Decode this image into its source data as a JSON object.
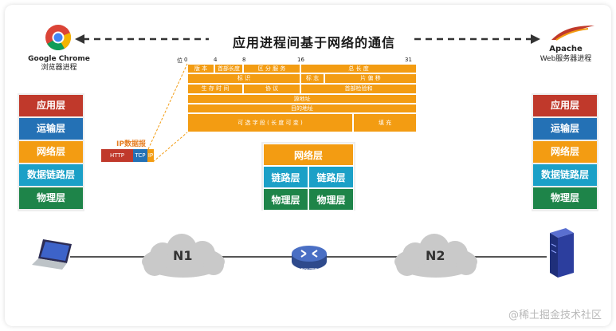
{
  "title": "应用进程间基于网络的通信",
  "left_app": {
    "name": "Google Chrome",
    "subtitle": "浏览器进程"
  },
  "right_app": {
    "name": "Apache",
    "subtitle": "Web服务器进程"
  },
  "stack_layers": [
    "应用层",
    "运输层",
    "网络层",
    "数据链路层",
    "物理层"
  ],
  "layer_colors": [
    "#c0392b",
    "#2471b5",
    "#f39c12",
    "#1ba0c7",
    "#1e8449"
  ],
  "ip_header": {
    "bit_label": "位",
    "ticks": [
      "0",
      "4",
      "8",
      "16",
      "31"
    ],
    "row1": [
      "版 本",
      "首部长度",
      "区 分 服 务",
      "总 长 度"
    ],
    "row2": [
      "标 识",
      "标 志",
      "片 偏 移"
    ],
    "row3": [
      "生 存 时 间",
      "协 议",
      "首部检验和"
    ],
    "row4": "源地址",
    "row5": "目的地址",
    "row6": [
      "可 选 字 段 ( 长 度 可 变 )",
      "填 充"
    ]
  },
  "ip_datagram": {
    "label": "IP数据报",
    "parts": [
      "HTTP",
      "TCP",
      "IP"
    ]
  },
  "router_stack": {
    "network": "网络层",
    "link": [
      "链路层",
      "链路层"
    ],
    "physical": [
      "物理层",
      "物理层"
    ]
  },
  "clouds": [
    "N1",
    "N2"
  ],
  "router_label": "ROUTER",
  "watermark": "@稀土掘金技术社区"
}
